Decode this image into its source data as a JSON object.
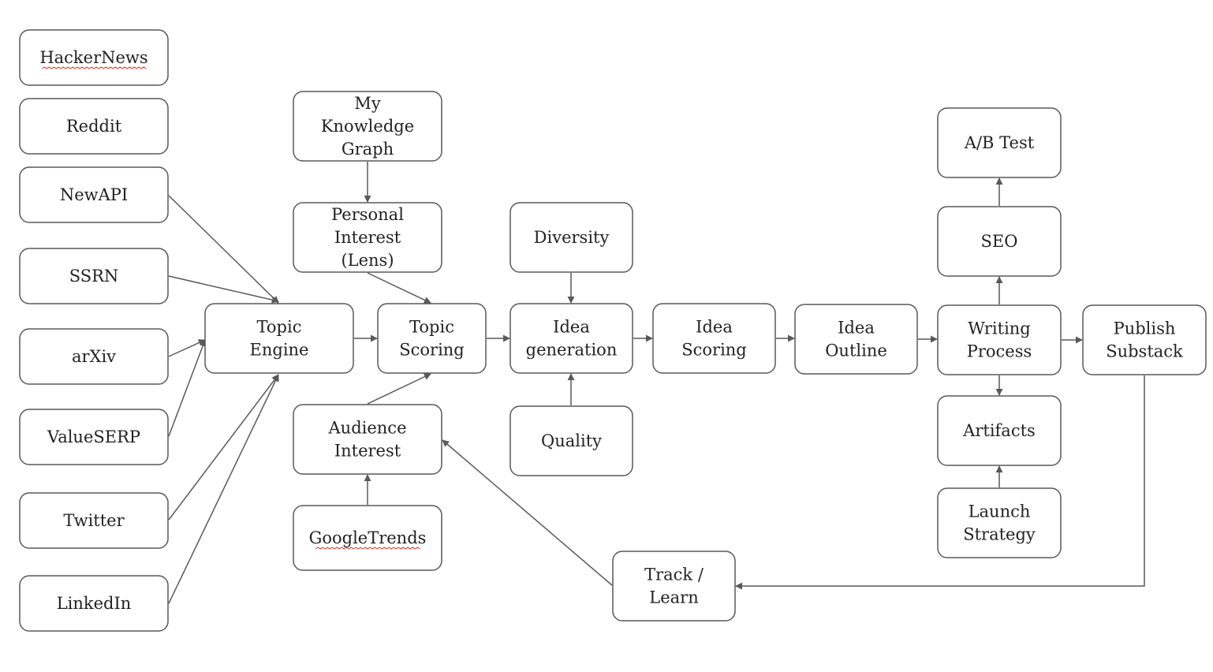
{
  "nodes": {
    "hackernews": [
      "HackerNews"
    ],
    "reddit": [
      "Reddit"
    ],
    "newapi": [
      "NewAPI"
    ],
    "ssrn": [
      "SSRN"
    ],
    "arxiv": [
      "arXiv"
    ],
    "valueserp": [
      "ValueSERP"
    ],
    "twitter": [
      "Twitter"
    ],
    "linkedin": [
      "LinkedIn"
    ],
    "topic_engine": [
      "Topic",
      "Engine"
    ],
    "knowledge_graph": [
      "My",
      "Knowledge",
      "Graph"
    ],
    "personal_interest": [
      "Personal",
      "Interest",
      "(Lens)"
    ],
    "topic_scoring": [
      "Topic",
      "Scoring"
    ],
    "audience_interest": [
      "Audience",
      "Interest"
    ],
    "googletrends": [
      "GoogleTrends"
    ],
    "diversity": [
      "Diversity"
    ],
    "idea_generation": [
      "Idea",
      "generation"
    ],
    "quality": [
      "Quality"
    ],
    "idea_scoring": [
      "Idea",
      "Scoring"
    ],
    "idea_outline": [
      "Idea",
      "Outline"
    ],
    "ab_test": [
      "A/B Test"
    ],
    "seo": [
      "SEO"
    ],
    "writing_process": [
      "Writing",
      "Process"
    ],
    "artifacts": [
      "Artifacts"
    ],
    "launch_strategy": [
      "Launch",
      "Strategy"
    ],
    "publish_substack": [
      "Publish",
      "Substack"
    ],
    "track_learn": [
      "Track /",
      "Learn"
    ]
  },
  "spellcheck_flagged": [
    "hackernews",
    "googletrends"
  ],
  "edges": [
    [
      "newapi",
      "topic_engine"
    ],
    [
      "ssrn",
      "topic_engine"
    ],
    [
      "arxiv",
      "topic_engine"
    ],
    [
      "valueserp",
      "topic_engine"
    ],
    [
      "twitter",
      "topic_engine"
    ],
    [
      "linkedin",
      "topic_engine"
    ],
    [
      "topic_engine",
      "topic_scoring"
    ],
    [
      "knowledge_graph",
      "personal_interest"
    ],
    [
      "personal_interest",
      "topic_scoring"
    ],
    [
      "audience_interest",
      "topic_scoring"
    ],
    [
      "googletrends",
      "audience_interest"
    ],
    [
      "topic_scoring",
      "idea_generation"
    ],
    [
      "diversity",
      "idea_generation"
    ],
    [
      "quality",
      "idea_generation"
    ],
    [
      "idea_generation",
      "idea_scoring"
    ],
    [
      "idea_scoring",
      "idea_outline"
    ],
    [
      "idea_outline",
      "writing_process"
    ],
    [
      "writing_process",
      "seo"
    ],
    [
      "seo",
      "ab_test"
    ],
    [
      "writing_process",
      "artifacts"
    ],
    [
      "launch_strategy",
      "artifacts"
    ],
    [
      "writing_process",
      "publish_substack"
    ],
    [
      "publish_substack",
      "track_learn"
    ],
    [
      "track_learn",
      "audience_interest"
    ]
  ],
  "colors": {
    "box_stroke": "#595959",
    "text": "#222222",
    "spellcheck_underline": "#d93025",
    "background": "#ffffff"
  }
}
